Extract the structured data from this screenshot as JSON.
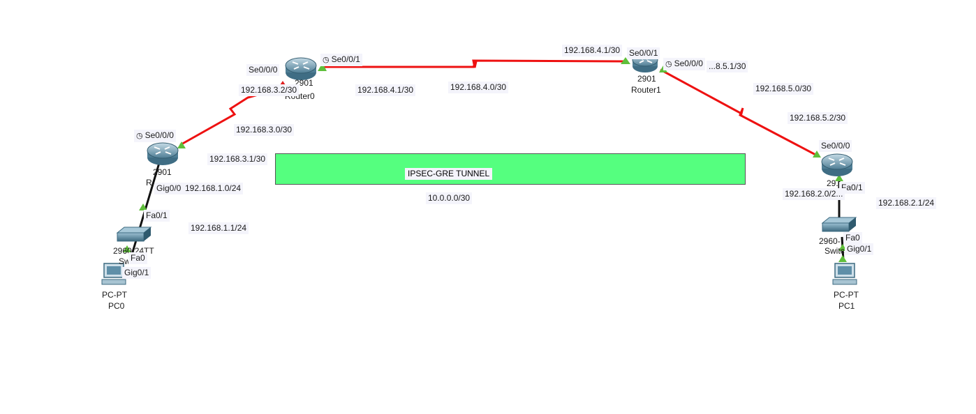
{
  "tunnel": {
    "label": "IPSEC-GRE TUNNEL",
    "network": "10.0.0.0/30",
    "color": "#55ff7f"
  },
  "link_color": "#ee1111",
  "devices": {
    "router0": {
      "model": "2901",
      "name": "Router0"
    },
    "router1": {
      "model": "2901",
      "name": "Router1"
    },
    "router_left": {
      "model": "2901",
      "name": "R..."
    },
    "router_right": {
      "model": "29..."
    },
    "switch_left": {
      "model": "2960-24TT",
      "name": "Sw..."
    },
    "switch_right": {
      "model": "2960-",
      "name": "Switch"
    },
    "pc0": {
      "type": "PC-PT",
      "name": "PC0"
    },
    "pc1": {
      "type": "PC-PT",
      "name": "PC1"
    }
  },
  "labels": {
    "r0_se000": "Se0/0/0",
    "r0_se001": "Se0/0/1",
    "r0_ip_32": "192.168.3.2/30",
    "r0_ip_41": "192.168.4.1/30",
    "net_40": "192.168.4.0/30",
    "r1_ip_41": "192.168.4.1/30",
    "r1_se001": "Se0/0/1",
    "r1_se000": "Se0/0/0",
    "r1_ip_51": "...8.5.1/30",
    "net_50": "192.168.5.0/30",
    "rr_ip_52": "192.168.5.2/30",
    "rr_se000": "Se0/0/0",
    "net_30": "192.168.3.0/30",
    "rl_se000": "Se0/0/0",
    "rl_ip_31": "192.168.3.1/30",
    "rl_gig00": "Gig0/0",
    "net_10": "192.168.1.0/24",
    "ip_11": "192.168.1.1/24",
    "swl_fa01": "Fa0/1",
    "swl_fa0": "Fa0",
    "pc0_gig01": "Gig0/1",
    "rr_fa01": "Fa0/1",
    "net_20": "192.168.2.0/2...",
    "ip_21": "192.168.2.1/24",
    "swr_fa0": "Fa0",
    "pc1_gig01": "Gig0/1"
  }
}
